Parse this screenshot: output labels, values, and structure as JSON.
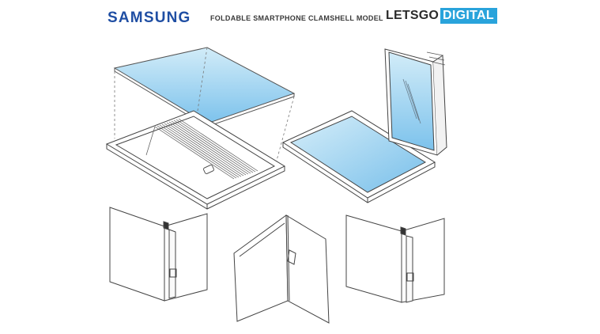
{
  "header": {
    "brand": "SAMSUNG",
    "title": "FOLDABLE SMARTPHONE CLAMSHELL MODEL",
    "logo_part1": "LETSGO",
    "logo_part2": "DIGITAL"
  },
  "colors": {
    "brand": "#1f4ea3",
    "logo_accent": "#29a3db",
    "screen_top": "#cfeaf7",
    "screen_bottom": "#7fc4ec",
    "line": "#4a4a4a"
  }
}
